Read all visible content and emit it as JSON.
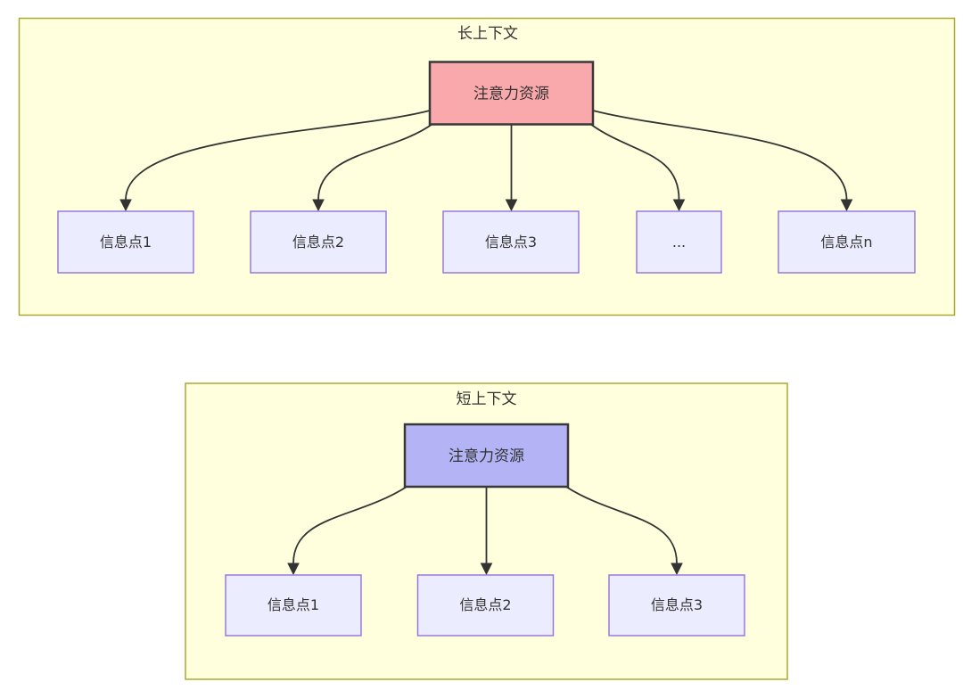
{
  "long_context": {
    "title": "长上下文",
    "attention_label": "注意力资源",
    "info_nodes": [
      "信息点1",
      "信息点2",
      "信息点3",
      "...",
      "信息点n"
    ]
  },
  "short_context": {
    "title": "短上下文",
    "attention_label": "注意力资源",
    "info_nodes": [
      "信息点1",
      "信息点2",
      "信息点3"
    ]
  },
  "colors": {
    "cluster_fill": "#ffffde",
    "cluster_border": "#aaaa33",
    "attention_long_fill": "#f9a8ac",
    "attention_short_fill": "#b3b3f5",
    "attention_border": "#383838",
    "info_fill": "#ececff",
    "info_border": "#9370db",
    "arrow": "#333333",
    "text": "#333333"
  }
}
